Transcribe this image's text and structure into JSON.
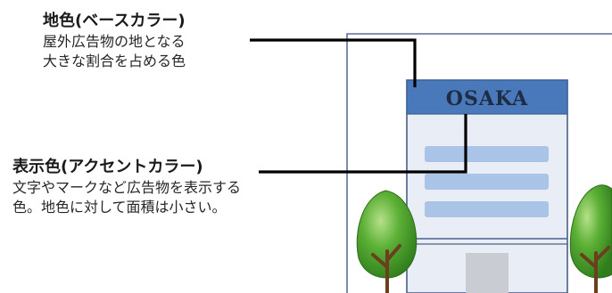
{
  "base_color_label": {
    "title": "地色(ベースカラー)",
    "description_lines": [
      "屋外広告物の地となる",
      "大きな割合を占める色"
    ]
  },
  "accent_color_label": {
    "title": "表示色(アクセントカラー)",
    "description_lines": [
      "文字やマークなど広告物を表示する",
      "色。地色に対して面積は小さい。"
    ]
  },
  "sign": {
    "text": "OSAKA"
  },
  "colors": {
    "sign_band": "#4a79bb",
    "building_wall": "#e8edf6",
    "window_stripe": "#a9c4e7",
    "outline": "#4a5f86",
    "tree_green": "#4ea02f",
    "trunk": "#6b3f1d",
    "leader_line": "#000000"
  }
}
